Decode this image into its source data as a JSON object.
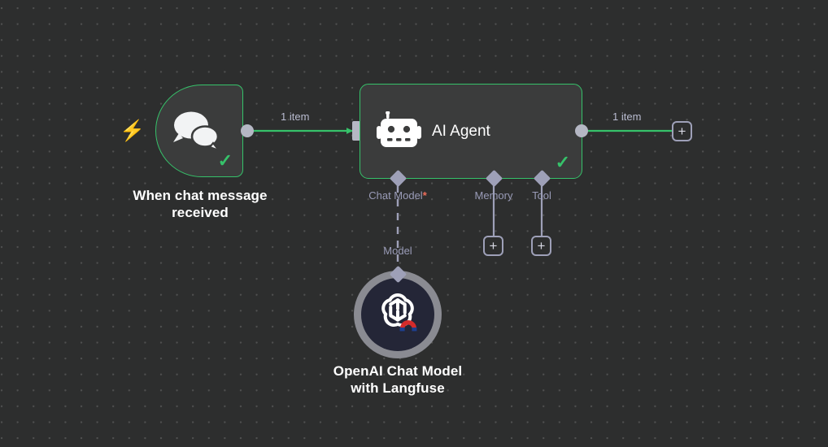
{
  "canvas": {
    "background_color": "#2d2e2e",
    "grid_dot_color": "#9a9a9a"
  },
  "colors": {
    "success_green": "#36c26a",
    "node_fill": "#3b3c3c",
    "port_grey": "#b5b7c4",
    "diamond_grey": "#9ea0b8",
    "label_purple": "#9a9cb8",
    "required_red": "#ef6d5a",
    "trigger_bolt": "#ef6d5a",
    "openai_ring": "#8a8b92",
    "openai_fill": "#242637"
  },
  "nodes": {
    "trigger": {
      "caption": "When chat message\nreceived",
      "icon": "chat-bubbles-icon",
      "status": "success",
      "status_glyph": "✓",
      "trigger_glyph": "⚡"
    },
    "agent": {
      "title": "AI Agent",
      "icon": "robot-icon",
      "status": "success",
      "status_glyph": "✓",
      "sub_ports": [
        {
          "label": "Chat Model",
          "required": true,
          "required_marker": "*"
        },
        {
          "label": "Memory",
          "required": false,
          "required_marker": ""
        },
        {
          "label": "Tool",
          "required": false,
          "required_marker": ""
        }
      ]
    },
    "openai": {
      "caption": "OpenAI Chat Model\nwith Langfuse",
      "icon": "openai-logo-icon",
      "badge_icon": "langfuse-magnet-icon"
    }
  },
  "connections": {
    "trigger_to_agent": {
      "label": "1 item"
    },
    "agent_to_next": {
      "label": "1 item"
    },
    "model_link": {
      "label": "Model",
      "style": "dashed"
    }
  },
  "buttons": {
    "add_after_agent": {
      "glyph": "+"
    },
    "add_memory": {
      "glyph": "+"
    },
    "add_tool": {
      "glyph": "+"
    }
  }
}
